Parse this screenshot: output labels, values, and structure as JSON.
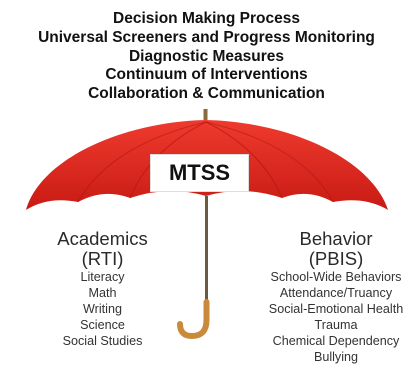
{
  "titles": [
    "Decision Making Process",
    "Universal Screeners and Progress Monitoring",
    "Diagnostic Measures",
    "Continuum of Interventions",
    "Collaboration & Communication"
  ],
  "center_label": "MTSS",
  "academics": {
    "title_line1": "Academics",
    "title_line2": "(RTI)",
    "items": [
      "Literacy",
      "Math",
      "Writing",
      "Science",
      "Social Studies"
    ]
  },
  "behavior": {
    "title_line1": "Behavior",
    "title_line2": "(PBIS)",
    "items": [
      "School-Wide Behaviors",
      "Attendance/Truancy",
      "Social-Emotional Health",
      "Trauma",
      "Chemical Dependency",
      "Bullying"
    ]
  },
  "colors": {
    "canopy": "#e0261f",
    "canopy_dark": "#b5140f",
    "handle": "#c98a3c",
    "text": "#111111"
  },
  "icons": {
    "umbrella": "umbrella-icon",
    "handle": "umbrella-handle-icon"
  }
}
